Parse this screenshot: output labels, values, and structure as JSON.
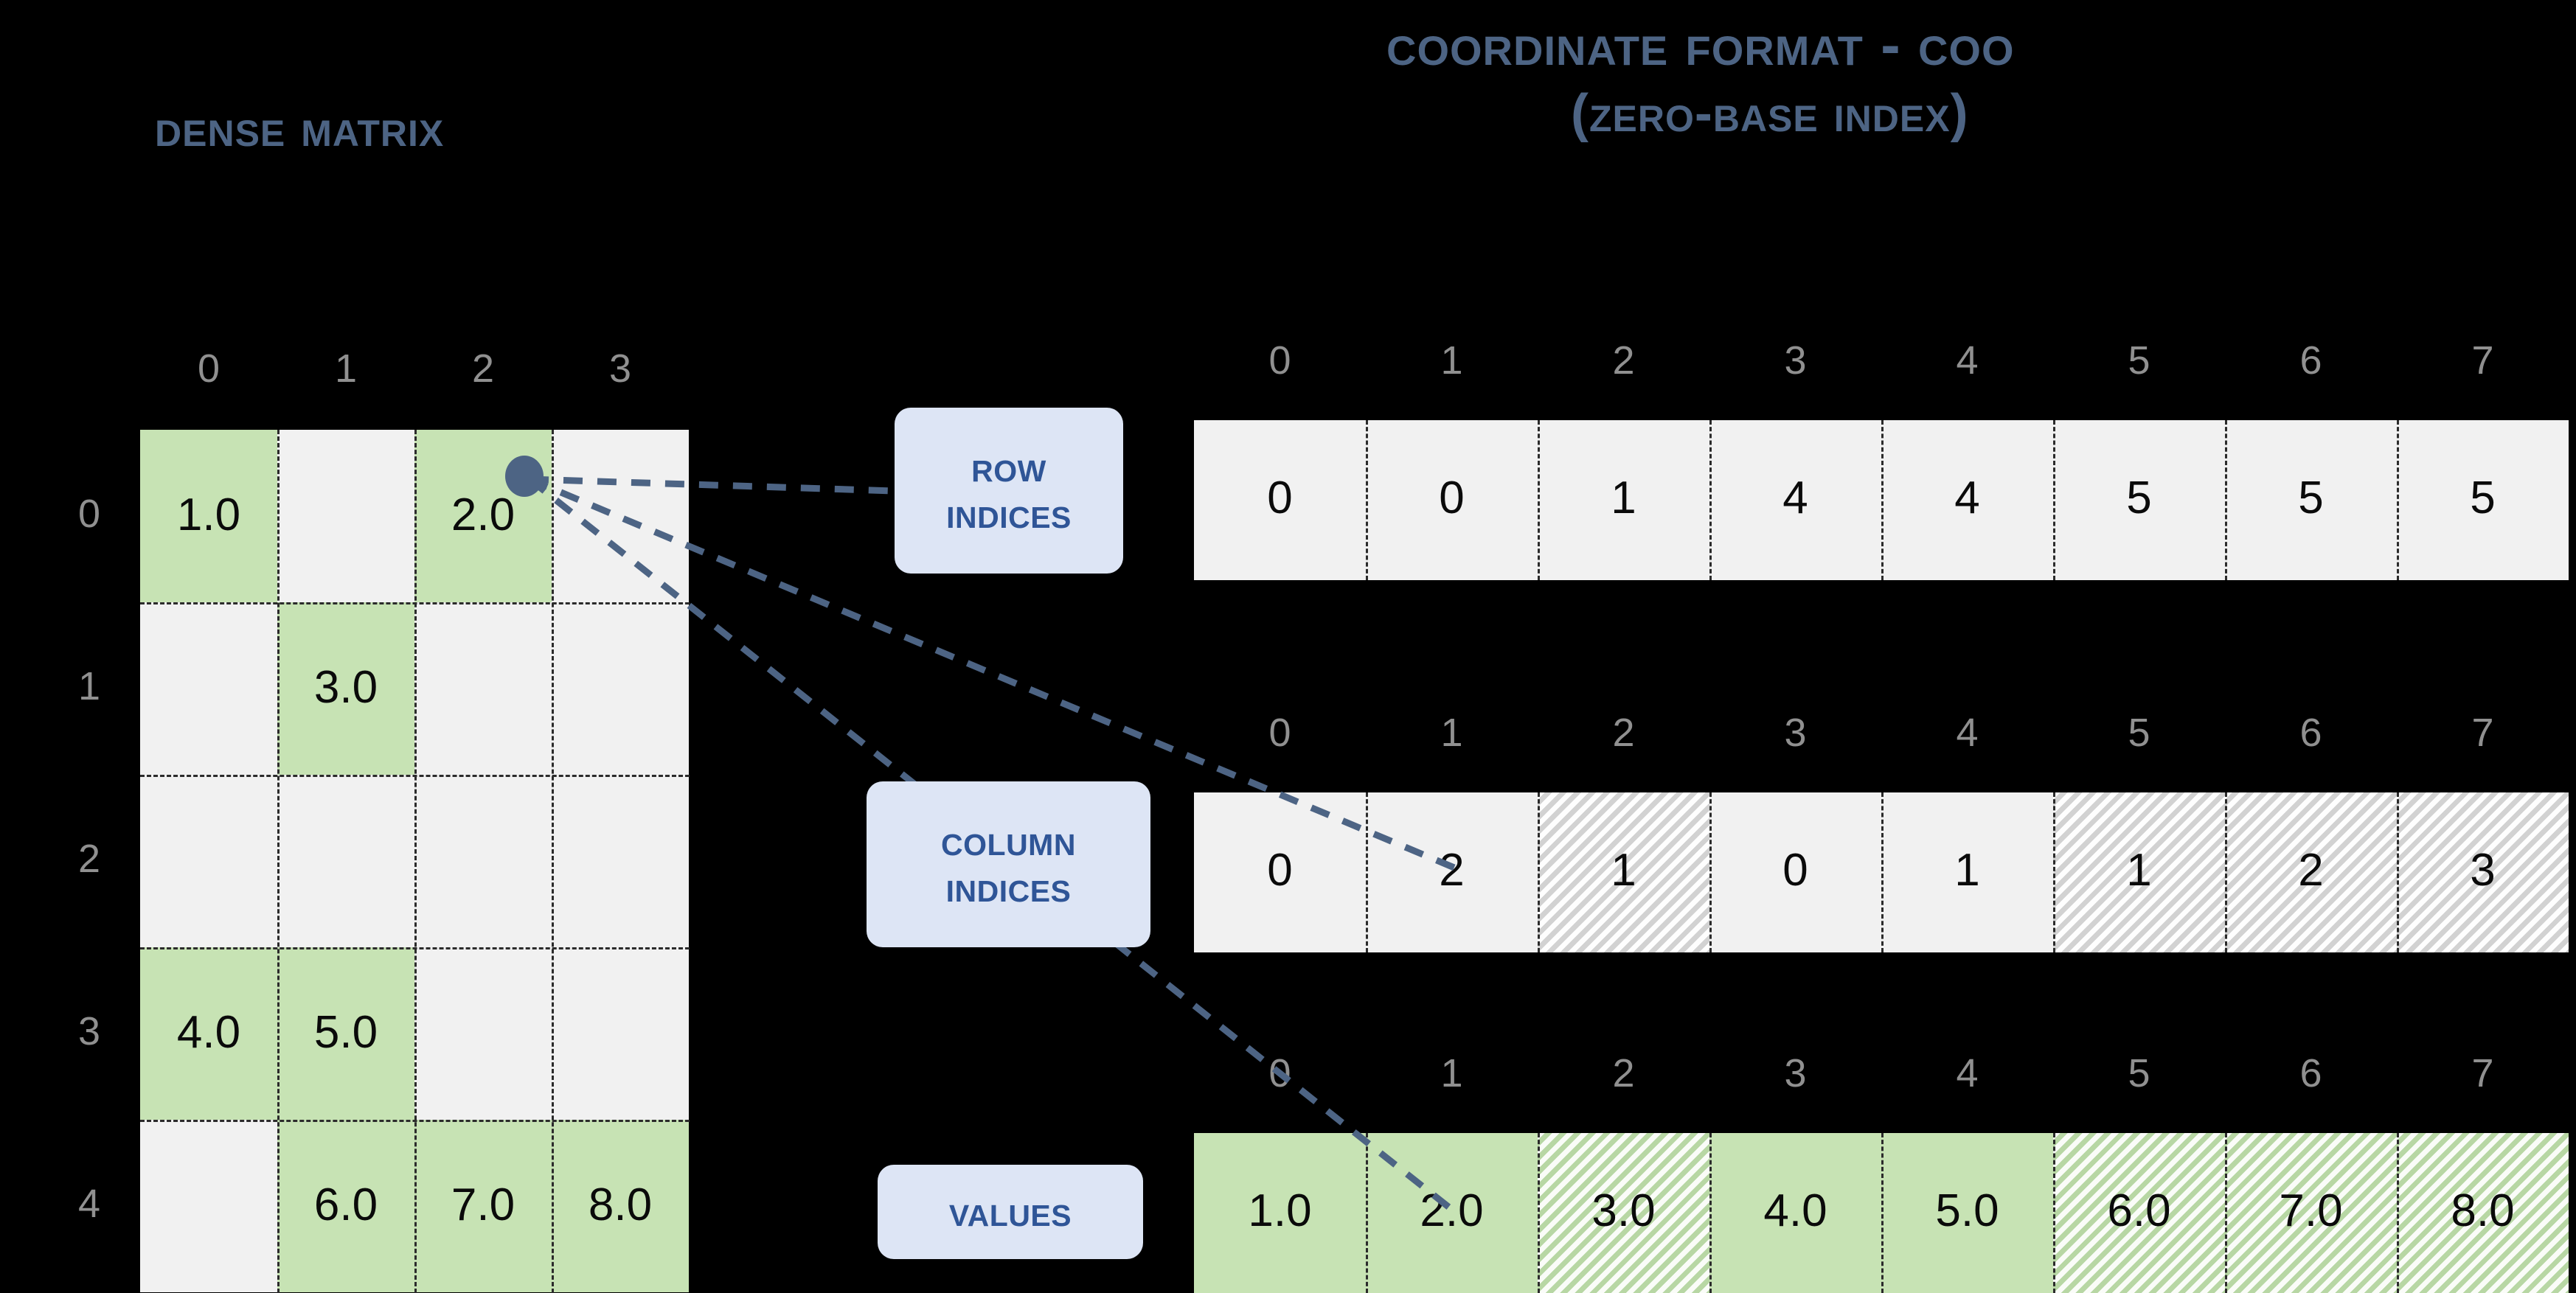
{
  "titles": {
    "dense": "Dense Matrix",
    "coo_main": "Coordinate Format - COO",
    "coo_sub": "(zero-base index)"
  },
  "labels": {
    "row_indices_line1": "Row",
    "row_indices_line2": "Indices",
    "column_indices_line1": "Column",
    "column_indices_line2": "Indices",
    "values": "Values"
  },
  "colors": {
    "background": "#000000",
    "title": "#4d6484",
    "pill_fill": "#dde5f5",
    "pill_text": "#2f5597",
    "nonzero_cell": "#c7e3b4",
    "zero_cell": "#f1f1f1",
    "index_header": "#909090",
    "connector": "#4d6484"
  },
  "dense_matrix": {
    "column_headers": [
      "0",
      "1",
      "2",
      "3"
    ],
    "row_headers": [
      "0",
      "1",
      "2",
      "3",
      "4"
    ],
    "rows": [
      [
        "1.0",
        "",
        "2.0",
        ""
      ],
      [
        "",
        "3.0",
        "",
        ""
      ],
      [
        "",
        "",
        "",
        ""
      ],
      [
        "4.0",
        "5.0",
        "",
        ""
      ],
      [
        "",
        "6.0",
        "7.0",
        "8.0"
      ]
    ]
  },
  "coo": {
    "index_headers": [
      "0",
      "1",
      "2",
      "3",
      "4",
      "5",
      "6",
      "7"
    ],
    "row_indices": [
      "0",
      "0",
      "1",
      "4",
      "4",
      "5",
      "5",
      "5"
    ],
    "row_indices_hatched": [
      false,
      false,
      false,
      false,
      false,
      false,
      false,
      false
    ],
    "column_indices": [
      "0",
      "2",
      "1",
      "0",
      "1",
      "1",
      "2",
      "3"
    ],
    "column_indices_hatched": [
      false,
      false,
      true,
      false,
      false,
      true,
      true,
      true
    ],
    "values": [
      "1.0",
      "2.0",
      "3.0",
      "4.0",
      "5.0",
      "6.0",
      "7.0",
      "8.0"
    ],
    "values_hatched": [
      false,
      false,
      true,
      false,
      false,
      true,
      true,
      true
    ]
  },
  "chart_data": {
    "type": "table",
    "title": "Coordinate Format - COO (zero-base index)",
    "dense_matrix_shape": [
      5,
      4
    ],
    "nonzeros": [
      {
        "row": 0,
        "col": 0,
        "value": 1.0
      },
      {
        "row": 0,
        "col": 2,
        "value": 2.0
      },
      {
        "row": 1,
        "col": 1,
        "value": 3.0
      },
      {
        "row": 3,
        "col": 0,
        "value": 4.0
      },
      {
        "row": 3,
        "col": 1,
        "value": 5.0
      },
      {
        "row": 4,
        "col": 1,
        "value": 6.0
      },
      {
        "row": 4,
        "col": 2,
        "value": 7.0
      },
      {
        "row": 4,
        "col": 3,
        "value": 8.0
      }
    ],
    "series": [
      {
        "name": "Row Indices",
        "values": [
          0,
          0,
          1,
          4,
          4,
          5,
          5,
          5
        ]
      },
      {
        "name": "Column Indices",
        "values": [
          0,
          2,
          1,
          0,
          1,
          1,
          2,
          3
        ]
      },
      {
        "name": "Values",
        "values": [
          1.0,
          2.0,
          3.0,
          4.0,
          5.0,
          6.0,
          7.0,
          8.0
        ]
      }
    ],
    "x": [
      0,
      1,
      2,
      3,
      4,
      5,
      6,
      7
    ]
  }
}
